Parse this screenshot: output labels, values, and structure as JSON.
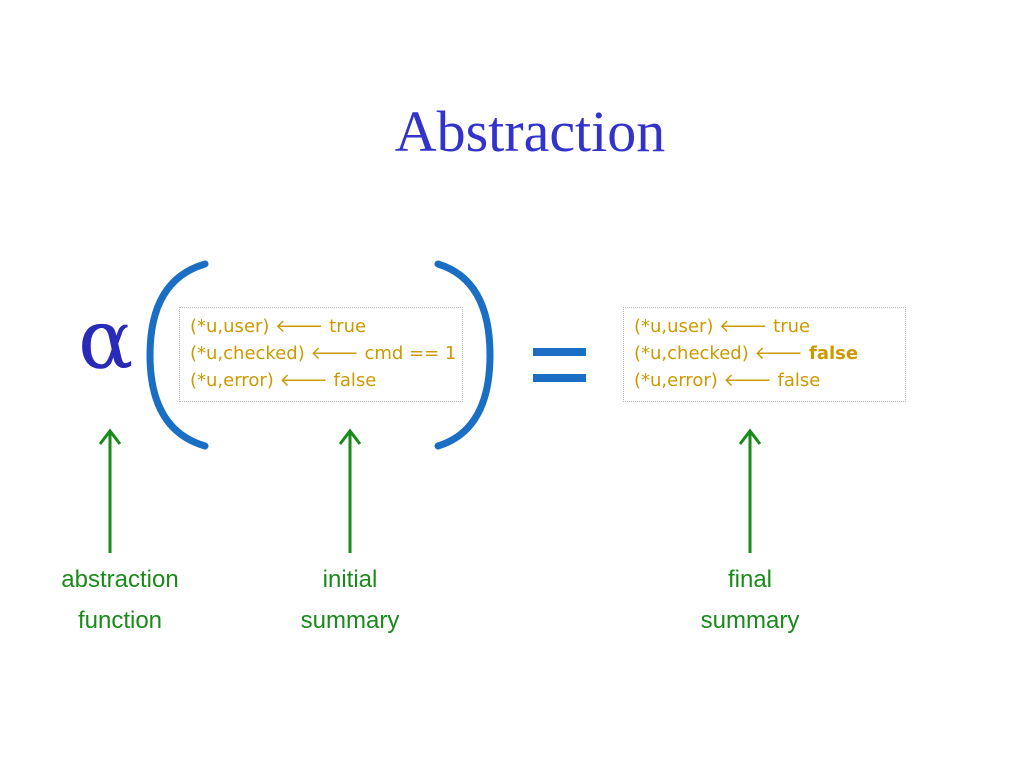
{
  "slide": {
    "title": "Abstraction",
    "alpha": "α",
    "initial_summary": {
      "lines": [
        {
          "text": "(*u,user) ",
          "arrow": "🡐",
          "value": " true"
        },
        {
          "text": "(*u,checked) ",
          "arrow": "🡐",
          "value": " cmd == 1"
        },
        {
          "text": "(*u,error) ",
          "arrow": "🡐",
          "value": " false"
        }
      ]
    },
    "final_summary": {
      "lines": [
        {
          "text": "(*u,user) ",
          "arrow": "🡐",
          "value": " true"
        },
        {
          "text": "(*u,checked) ",
          "arrow": "🡐",
          "value": " false"
        },
        {
          "text": "(*u,error) ",
          "arrow": "🡐",
          "value": " false"
        }
      ]
    },
    "labels": {
      "abstraction_function": [
        "abstraction",
        "function"
      ],
      "initial_summary": [
        "initial",
        "summary"
      ],
      "final_summary": [
        "final",
        "summary"
      ]
    },
    "colors": {
      "title": "#3333cc",
      "bracket": "#1a6fc4",
      "equals": "#1a6fc4",
      "code_text": "#cc9900",
      "arrow_label": "#1a8a1a"
    }
  }
}
